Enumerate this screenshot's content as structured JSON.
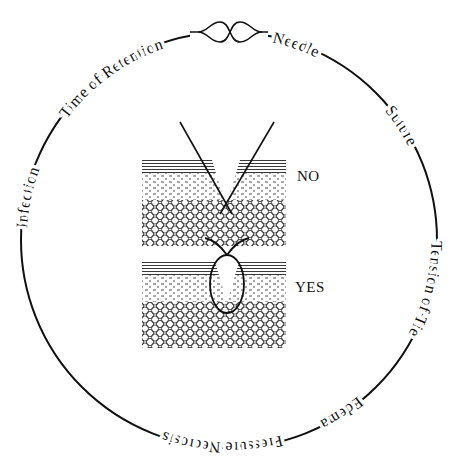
{
  "diagram": {
    "labels": [
      "Needle",
      "Suture",
      "Tension of Tie",
      "Edema",
      "Pressure Necrosis",
      "Infection",
      "Time of Retention",
      "NO",
      "YES"
    ]
  }
}
